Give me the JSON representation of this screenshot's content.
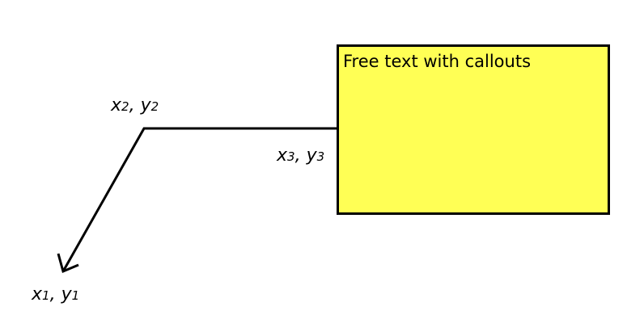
{
  "callout": {
    "text": "Free text with callouts",
    "fill_color": "#ffff55",
    "border_color": "#000000"
  },
  "labels": {
    "p1": {
      "var_x": "x",
      "sub_x": "1",
      "sep": ", ",
      "var_y": "y",
      "sub_y": "1"
    },
    "p2": {
      "var_x": "x",
      "sub_x": "2",
      "sep": ", ",
      "var_y": "y",
      "sub_y": "2"
    },
    "p3": {
      "var_x": "x",
      "sub_x": "3",
      "sep": ", ",
      "var_y": "y",
      "sub_y": "3"
    }
  },
  "line_color": "#000000"
}
